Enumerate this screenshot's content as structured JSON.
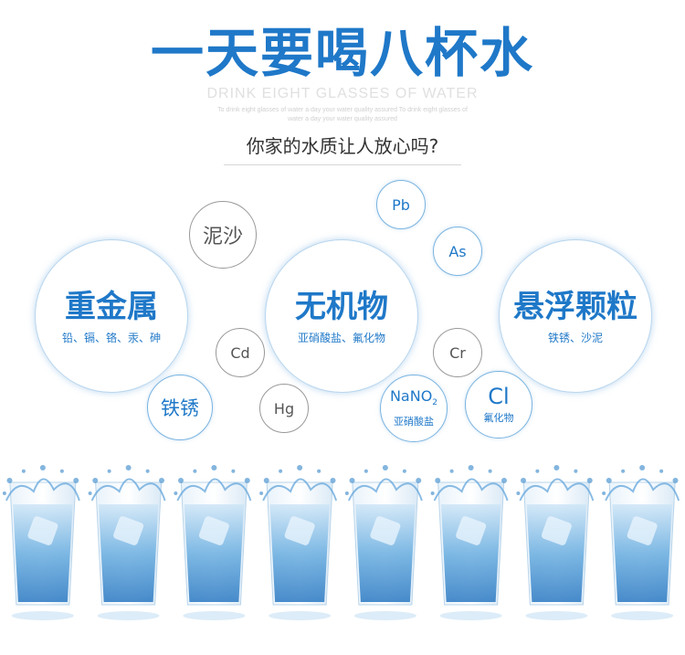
{
  "title": "一天要喝八杯水",
  "subtitle_en": "DRINK EIGHT GLASSES OF WATER",
  "small_en_1": "To drink eight glasses of water a day your water quality assured To drink eight glasses of",
  "small_en_2": "water a day your water quality assured",
  "question": "你家的水质让人放心吗?",
  "bubbles": {
    "heavy_metal": {
      "main": "重金属",
      "sub": "铅、镉、铬、汞、砷"
    },
    "inorganic": {
      "main": "无机物",
      "sub": "亚硝酸盐、氟化物"
    },
    "suspended": {
      "main": "悬浮颗粒",
      "sub": "铁锈、沙泥"
    },
    "mud_sand": "泥沙",
    "rust": "铁锈",
    "cd": "Cd",
    "hg": "Hg",
    "pb": "Pb",
    "as": "As",
    "cr": "Cr",
    "nano2": {
      "main": "NaNO",
      "subscript": "2",
      "sub": "亚硝酸盐"
    },
    "cl": {
      "main": "Cl",
      "sub": "氟化物"
    }
  },
  "colors": {
    "accent": "#1f78c8",
    "gray_circle": "#999999"
  },
  "glasses": {
    "count": 8
  }
}
